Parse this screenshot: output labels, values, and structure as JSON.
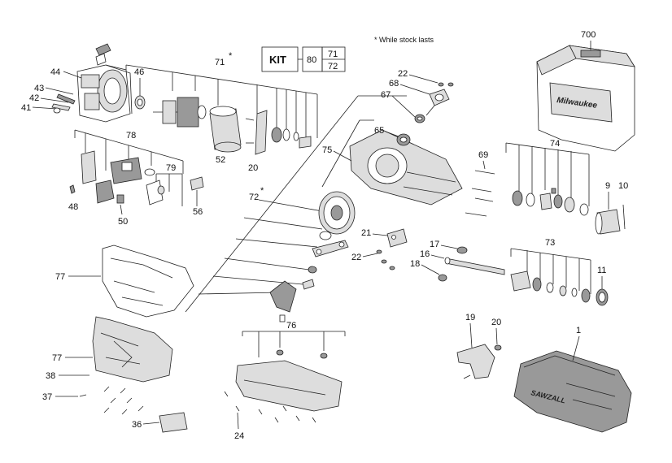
{
  "note": "* While stock lasts",
  "kit": {
    "title": "KIT",
    "number": "80",
    "items": [
      "71",
      "72"
    ]
  },
  "labels": {
    "p1": "1",
    "p9": "9",
    "p10": "10",
    "p11": "11",
    "p16": "16",
    "p17": "17",
    "p18": "18",
    "p19": "19",
    "p20a": "20",
    "p20b": "20",
    "p21": "21",
    "p22a": "22",
    "p22b": "22",
    "p24": "24",
    "p36": "36",
    "p37": "37",
    "p38": "38",
    "p41": "41",
    "p42": "42",
    "p43": "43",
    "p44": "44",
    "p46": "46",
    "p48": "48",
    "p50": "50",
    "p52": "52",
    "p56": "56",
    "p65": "65",
    "p67": "67",
    "p68": "68",
    "p69": "69",
    "p71": "71",
    "p72": "72",
    "p73": "73",
    "p74": "74",
    "p75": "75",
    "p76": "76",
    "p77a": "77",
    "p77b": "77",
    "p78": "78",
    "p79": "79",
    "p700": "700"
  },
  "asterisk": "*",
  "brand": {
    "case": "Milwaukee",
    "tool": "SAWZALL"
  }
}
